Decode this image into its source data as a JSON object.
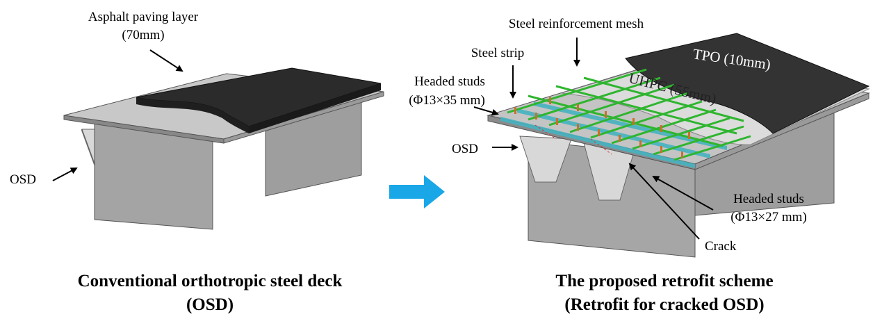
{
  "left_panel": {
    "asphalt_label_line1": "Asphalt paving layer",
    "asphalt_label_line2": "(70mm)",
    "osd_label": "OSD",
    "caption_line1": "Conventional orthotropic steel deck",
    "caption_line2": "(OSD)"
  },
  "right_panel": {
    "mesh_label": "Steel reinforcement mesh",
    "strip_label": "Steel strip",
    "studs_top_line1": "Headed studs",
    "studs_top_line2": "(Φ13×35 mm)",
    "osd_label": "OSD",
    "tpo_label": "TPO (10mm)",
    "uhpc_label": "UHPC (55mm)",
    "studs_bottom_line1": "Headed studs",
    "studs_bottom_line2": "(Φ13×27 mm)",
    "crack_label": "Crack",
    "caption_line1": "The proposed retrofit scheme",
    "caption_line2": "(Retrofit for cracked OSD)"
  },
  "colors": {
    "asphalt": "#2b2b2b",
    "steel": "#b5b5b5",
    "uhpc": "#dcdcdc",
    "mesh": "#2fb52f",
    "strip": "#46b3c0",
    "stud": "#c8702a",
    "arrow": "#1aa7e8"
  }
}
